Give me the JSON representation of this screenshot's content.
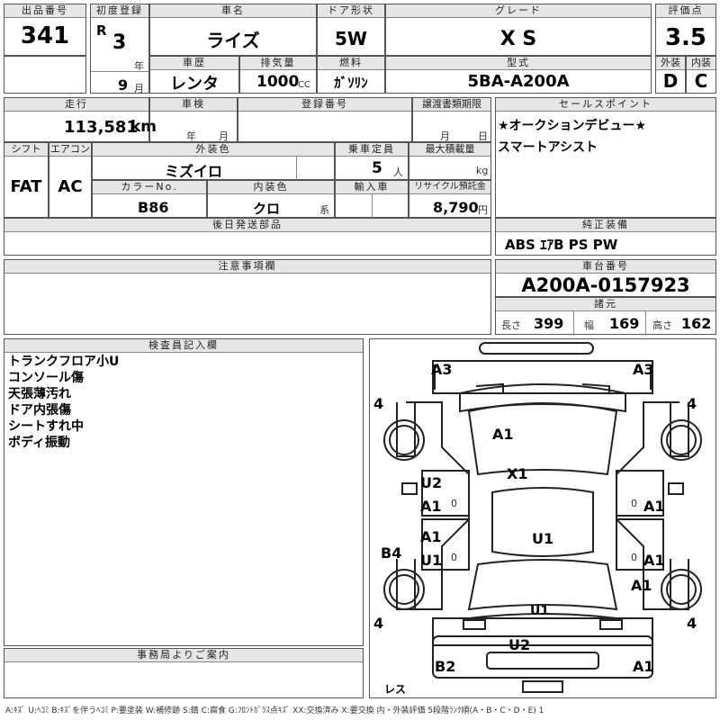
{
  "header": {
    "lot_no_label": "出品番号",
    "lot_no": "341",
    "first_reg_label": "初度登録",
    "era": "R",
    "year": "3",
    "year_unit": "年",
    "month": "9",
    "month_unit": "月",
    "car_name_label": "車名",
    "car_name": "ライズ",
    "door_label": "ドア形状",
    "door": "5W",
    "grade_label": "グレード",
    "grade": "X S",
    "score_label": "評価点",
    "score": "3.5",
    "history_label": "車歴",
    "history": "レンタ",
    "displacement_label": "排気量",
    "displacement": "1000",
    "displacement_unit": "CC",
    "fuel_label": "燃料",
    "fuel": "ｶﾞｿﾘﾝ",
    "model_label": "型式",
    "model": "5BA-A200A",
    "exterior_label": "外装",
    "exterior": "D",
    "interior_label": "内装",
    "interior": "C"
  },
  "row2": {
    "mileage_label": "走行",
    "mileage": "113,581",
    "mileage_unit": "km",
    "inspection_label": "車検",
    "insp_year_unit": "年",
    "insp_month_unit": "月",
    "reg_no_label": "登録番号",
    "transfer_label": "譲渡書類期限",
    "transfer_month_unit": "月",
    "transfer_day_unit": "日",
    "shift_label": "シフト",
    "shift": "FAT",
    "ac_label": "エアコン",
    "ac": "AC",
    "color_label": "外装色",
    "color": "ミズイロ",
    "capacity_label": "乗車定員",
    "capacity": "5",
    "capacity_unit": "人",
    "load_label": "最大積載量",
    "load_unit": "kg",
    "color_no_label": "カラーNo.",
    "color_no": "B86",
    "int_color_label": "内装色",
    "int_color": "クロ",
    "int_color_unit": "系",
    "import_label": "輸入車",
    "recycle_label": "リサイクル預託金",
    "recycle": "8,790",
    "recycle_unit": "円",
    "later_parts_label": "後日発送部品",
    "sales_point_label": "セールスポイント",
    "sales_points": [
      "★オークションデビュー★",
      "スマートアシスト"
    ],
    "equipment_label": "純正装備",
    "equipment": "ABS ｴｱB PS PW"
  },
  "notes": {
    "caution_label": "注意事項欄",
    "chassis_label": "車台番号",
    "chassis": "A200A-0157923",
    "specs_label": "諸元",
    "length_label": "長さ",
    "length": "399",
    "width_label": "幅",
    "width": "169",
    "height_label": "高さ",
    "height": "162",
    "inspector_label": "検査員記入欄",
    "inspector_lines": [
      "トランクフロア小U",
      "コンソール傷",
      "天張薄汚れ",
      "ドア内張傷",
      "シートすれ中",
      "ボディ振動"
    ],
    "office_label": "事務局よりご案内"
  },
  "diagram": {
    "marks": [
      "A3",
      "A3",
      "4",
      "4",
      "A1",
      "X1",
      "U2",
      "A1",
      "A1",
      "A1",
      "U1",
      "A1",
      "B4",
      "U1",
      "A1",
      "4",
      "4",
      "U2",
      "B2",
      "A1",
      "レス",
      "U1"
    ],
    "zero": "0"
  },
  "legend": "A:ｷｽﾞ U:ﾍｺﾐ B:ｷｽﾞを伴うﾍｺﾐ P:要塗装 W:補修跡 S:錆 C:腐食 G:ﾌﾛﾝﾄｶﾞﾗｽ点ｷｽﾞ XX:交換済み X:要交換 内・外装評価 5段階ﾗﾝｸ順(A・B・C・D・E) 1"
}
